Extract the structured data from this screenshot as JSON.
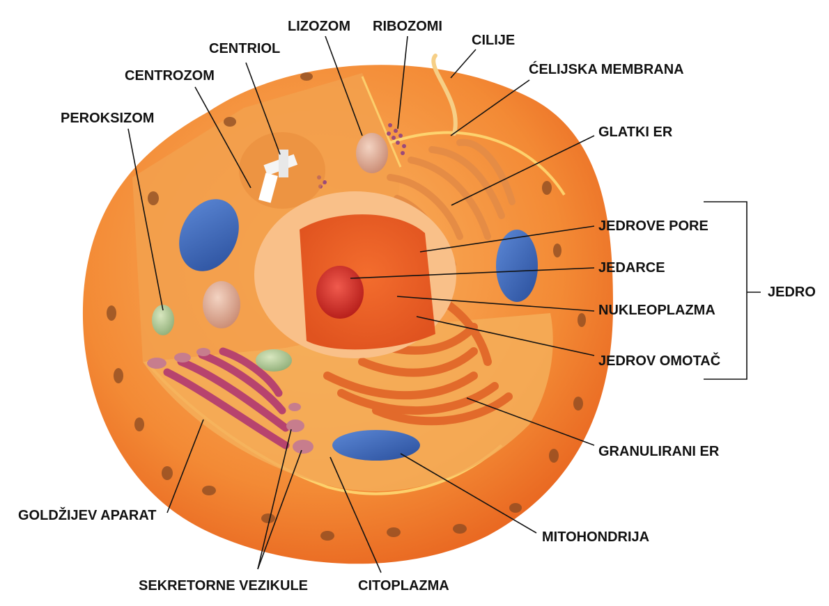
{
  "colors": {
    "cell_outer": "#f07c2a",
    "cell_inner": "#f8a24e",
    "cytoplasm": "#f6b15e",
    "membrane_line": "#ffe27a",
    "nucleus_shell": "#f9c089",
    "nucleoplasm": "#ee6a2a",
    "nucleolus": "#d92d2a",
    "mitochondria": "#3a66b8",
    "golgi": "#b7436e",
    "er": "#e06a2a",
    "vesicle": "#c77d8d",
    "lysosome": "#e3b09a",
    "peroxisome": "#a9c08f",
    "label_line": "#111111"
  },
  "labels": {
    "lizozom": "LIZOZOM",
    "ribozomi": "RIBOZOMI",
    "cilije": "CILIJE",
    "centriol": "CENTRIOL",
    "celijska_membrana": "ĆELIJSKA MEMBRANA",
    "centrozom": "CENTROZOM",
    "peroksizom": "PEROKSIZOM",
    "glatki_er": "GLATKI ER",
    "jedrove_pore": "JEDROVE PORE",
    "jedarce": "JEDARCE",
    "jedro": "JEDRO",
    "nukleoplazma": "NUKLEOPLAZMA",
    "jedrov_omotac": "JEDROV OMOTAČ",
    "granulirani_er": "GRANULIRANI ER",
    "goldzijev_aparat": "GOLDŽIJEV APARAT",
    "mitohondrija": "MITOHONDRIJA",
    "sekretorne_vezikule": "SEKRETORNE VEZIKULE",
    "citoplazma": "CITOPLAZMA"
  }
}
